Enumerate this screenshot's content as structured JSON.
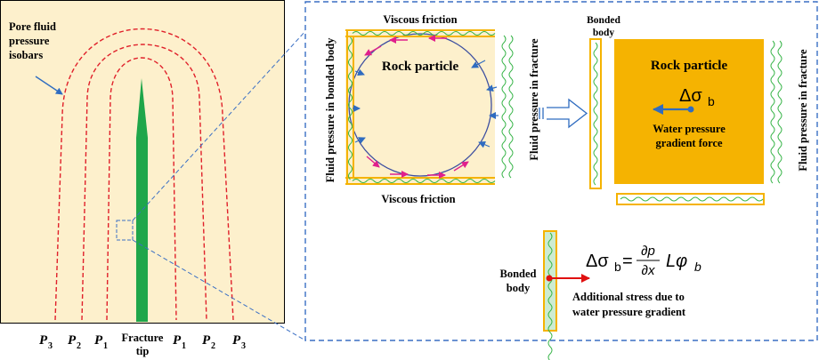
{
  "left_panel": {
    "isobar_label_line1": "Pore fluid",
    "isobar_label_line2": "pressure",
    "isobar_label_line3": "isobars",
    "fracture_tip_line1": "Fracture",
    "fracture_tip_line2": "tip",
    "pressure_labels": [
      {
        "letter": "P",
        "sub": "3"
      },
      {
        "letter": "P",
        "sub": "2"
      },
      {
        "letter": "P",
        "sub": "1"
      },
      {
        "letter": "P",
        "sub": "1"
      },
      {
        "letter": "P",
        "sub": "2"
      },
      {
        "letter": "P",
        "sub": "3"
      }
    ]
  },
  "right_panel": {
    "viscous_friction_top": "Viscous friction",
    "viscous_friction_bottom": "Viscous friction",
    "fluid_pressure_bonded_body": "Fluid pressure in bonded body",
    "fluid_pressure_fracture_1": "Fluid pressure in fracture",
    "fluid_pressure_fracture_2": "Fluid pressure in fracture",
    "rock_particle_1": "Rock particle",
    "rock_particle_2": "Rock particle",
    "bonded_body_top_line1": "Bonded",
    "bonded_body_top_line2": "body",
    "delta_sigma_symbol": "Δσ",
    "delta_sigma_sub": "b",
    "water_pressure_line1": "Water pressure",
    "water_pressure_line2": "gradient force",
    "bonded_body_bottom_line1": "Bonded",
    "bonded_body_bottom_line2": "body",
    "equation_lhs": "Δσ",
    "equation_lhs_sub": "b",
    "equation_eq": "=",
    "equation_num": "∂p",
    "equation_den": "∂x",
    "equation_rest": "Lφ",
    "equation_rest_sub": "b",
    "additional_stress_line1": "Additional stress due to",
    "additional_stress_line2": "water pressure gradient"
  },
  "colors": {
    "panel_fill": "#fdf0cc",
    "fracture_green": "#1fa64a",
    "isobar_red": "#e0202a",
    "bond_orange": "#f5b301",
    "dash_blue": "#3a6fc4",
    "arrow_blue": "#2f6cc0",
    "friction_magenta": "#e0208c",
    "wave_green": "#39b54a",
    "stress_red": "#e01010"
  }
}
